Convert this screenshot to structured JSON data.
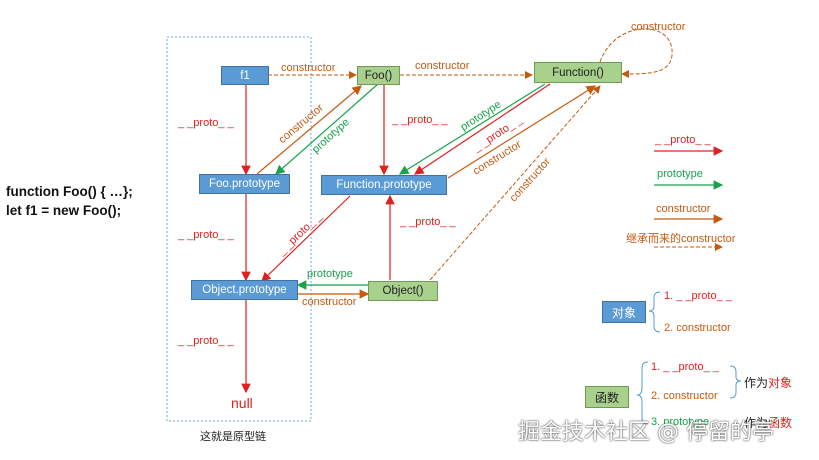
{
  "code": {
    "line1": "function Foo() { …};",
    "line2": "let f1 = new Foo();"
  },
  "nodes": {
    "f1": "f1",
    "foo": "Foo()",
    "function": "Function()",
    "foo_prototype": "Foo.prototype",
    "function_prototype": "Function.prototype",
    "object_prototype": "Object.prototype",
    "object": "Object()",
    "null": "null"
  },
  "edge_labels": {
    "proto": "_ _proto_ _",
    "prototype": "prototype",
    "constructor": "constructor"
  },
  "caption": "这就是原型链",
  "legend": {
    "proto": "_ _proto_ _",
    "prototype": "prototype",
    "constructor": "constructor",
    "inherited_constructor": "继承而来的constructor"
  },
  "object_note": {
    "title": "对象",
    "item1": "1. _ _proto_ _",
    "item2": "2. constructor"
  },
  "function_note": {
    "title": "函数",
    "item1": "1. _ _proto_ _",
    "item2": "2. constructor",
    "item3": "3. prototype",
    "as_object_prefix": "作为",
    "as_object_suffix": "对象",
    "as_function_prefix": "作为",
    "as_function_suffix": "函数"
  },
  "watermark": "掘金技术社区 @ 停留的亭",
  "colors": {
    "proto": "#e02020",
    "prototype": "#16a34a",
    "constructor": "#c55a11",
    "blue_node": "#5b9bd5",
    "green_node": "#a9d18e"
  }
}
